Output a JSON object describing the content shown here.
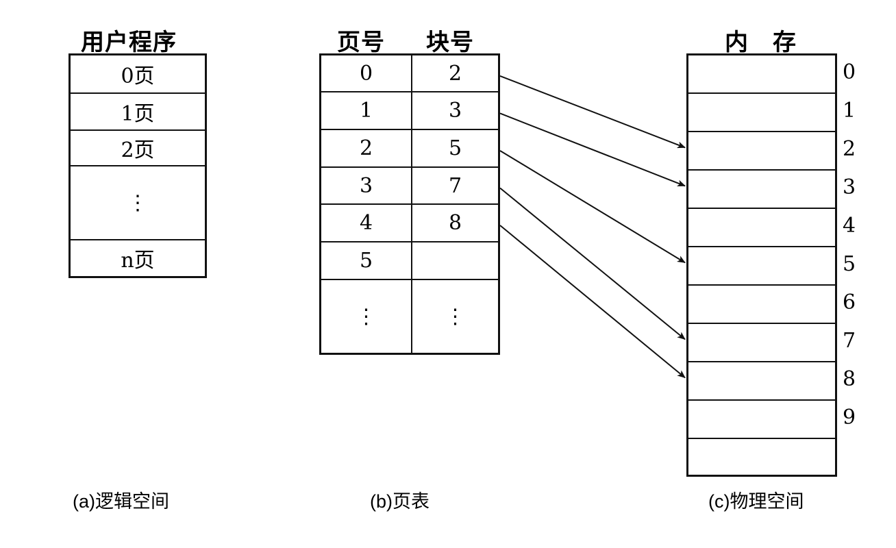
{
  "logical": {
    "title": "用户程序",
    "pages": [
      "0页",
      "1页",
      "2页",
      "⋮",
      "n页"
    ],
    "caption": "(a)逻辑空间"
  },
  "page_table": {
    "header_page": "页号",
    "header_block": "块号",
    "rows": [
      {
        "page": "0",
        "block": "2"
      },
      {
        "page": "1",
        "block": "3"
      },
      {
        "page": "2",
        "block": "5"
      },
      {
        "page": "3",
        "block": "7"
      },
      {
        "page": "4",
        "block": "8"
      },
      {
        "page": "5",
        "block": ""
      },
      {
        "page": "⋮",
        "block": "⋮"
      }
    ],
    "caption": "(b)页表"
  },
  "memory": {
    "title": "内　存",
    "blocks": [
      "0",
      "1",
      "2",
      "3",
      "4",
      "5",
      "6",
      "7",
      "8",
      "9",
      ""
    ],
    "caption": "(c)物理空间"
  },
  "mappings": [
    {
      "page": 0,
      "block": 2
    },
    {
      "page": 1,
      "block": 3
    },
    {
      "page": 2,
      "block": 5
    },
    {
      "page": 3,
      "block": 7
    },
    {
      "page": 4,
      "block": 8
    }
  ]
}
